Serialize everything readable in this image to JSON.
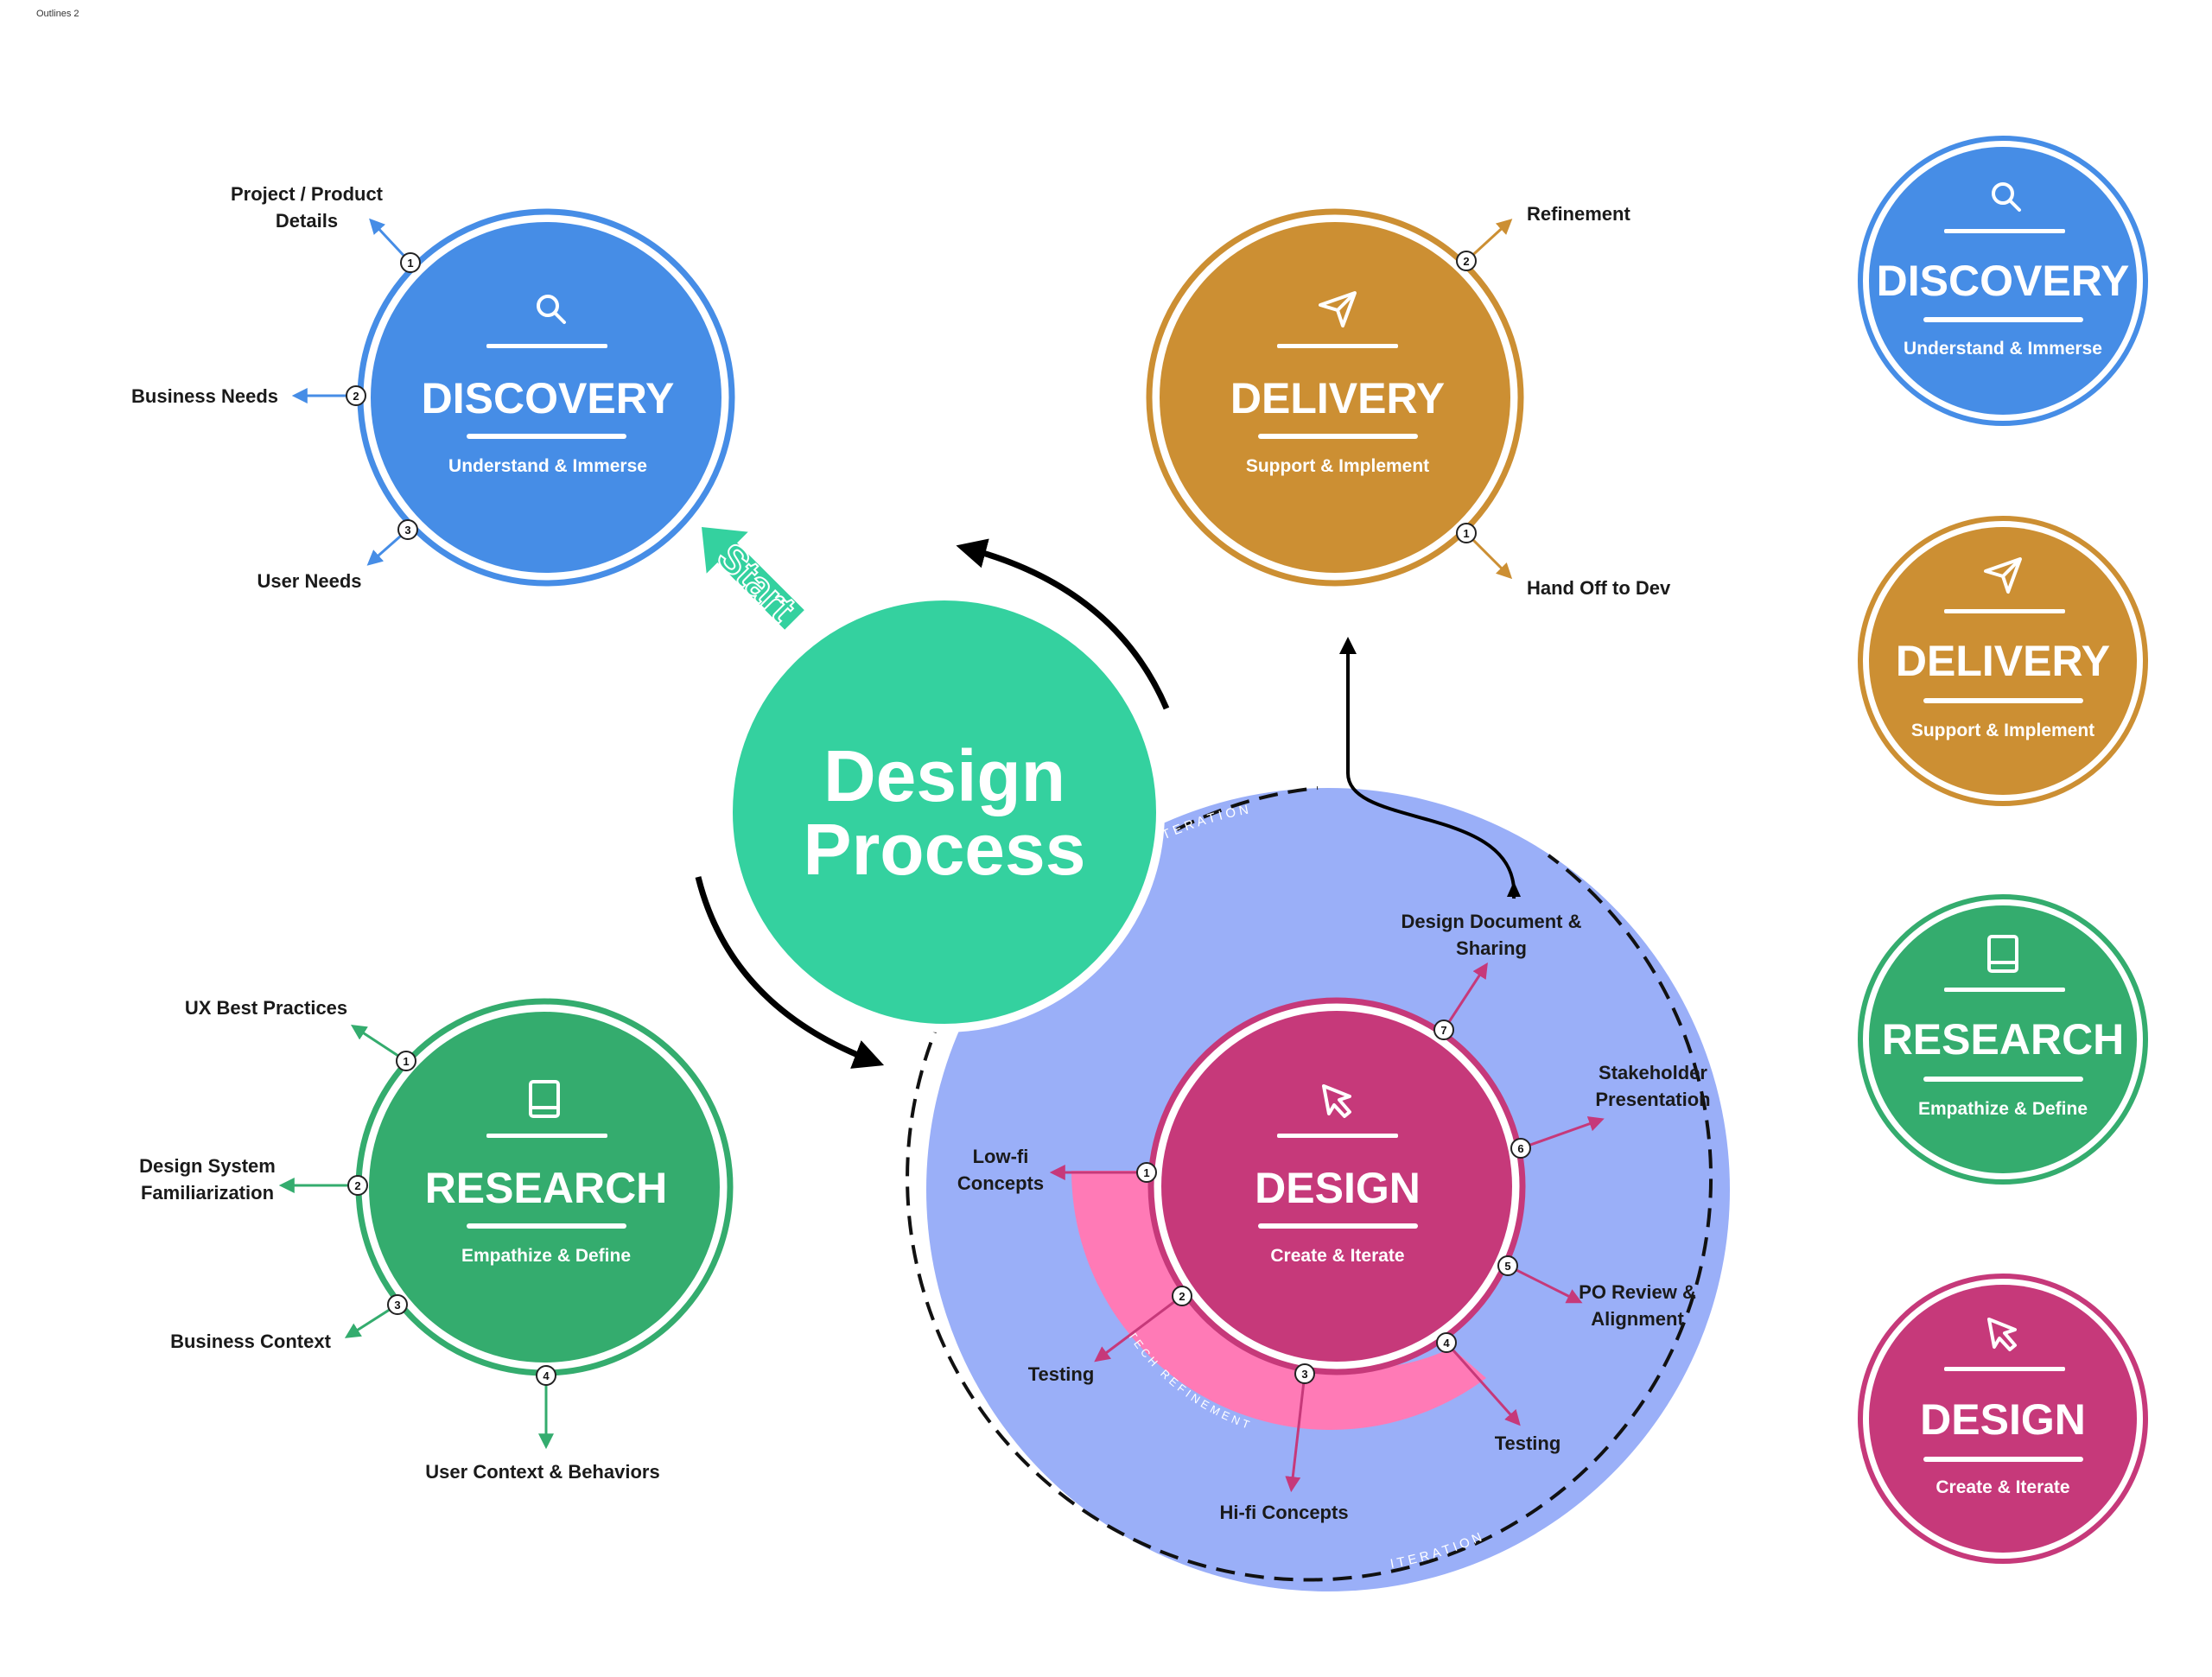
{
  "frame": {
    "title": "Outlines 2"
  },
  "center": {
    "title_line1": "Design",
    "title_line2": "Process",
    "start_label": "Start"
  },
  "colors": {
    "discovery": "#468DE6",
    "delivery": "#CC8F33",
    "research": "#34AC6E",
    "design": "#C6397A",
    "center": "#34D19F",
    "iteration": "#9AAFF8",
    "tech": "#FF7AB6"
  },
  "discovery": {
    "title": "DISCOVERY",
    "subtitle": "Understand & Immerse",
    "icon": "search-icon",
    "steps": [
      {
        "n": "1",
        "label_line1": "Project / Product",
        "label_line2": "Details"
      },
      {
        "n": "2",
        "label_line1": "Business Needs",
        "label_line2": ""
      },
      {
        "n": "3",
        "label_line1": "User Needs",
        "label_line2": ""
      }
    ]
  },
  "delivery": {
    "title": "DELIVERY",
    "subtitle": "Support & Implement",
    "icon": "send-icon",
    "steps": [
      {
        "n": "2",
        "label_line1": "Refinement",
        "label_line2": ""
      },
      {
        "n": "1",
        "label_line1": "Hand Off to Dev",
        "label_line2": ""
      }
    ]
  },
  "research": {
    "title": "RESEARCH",
    "subtitle": "Empathize & Define",
    "icon": "book-icon",
    "steps": [
      {
        "n": "1",
        "label_line1": "UX Best Practices",
        "label_line2": ""
      },
      {
        "n": "2",
        "label_line1": "Design System",
        "label_line2": "Familiarization"
      },
      {
        "n": "3",
        "label_line1": "Business Context",
        "label_line2": ""
      },
      {
        "n": "4",
        "label_line1": "User Context & Behaviors",
        "label_line2": ""
      }
    ]
  },
  "design": {
    "title": "DESIGN",
    "subtitle": "Create & Iterate",
    "icon": "cursor-icon",
    "iteration_top": "ITERATION",
    "iteration_bottom": "ITERATION",
    "tech_refinement": "TECH REFINEMENT",
    "steps": [
      {
        "n": "1",
        "label_line1": "Low-fi",
        "label_line2": "Concepts"
      },
      {
        "n": "2",
        "label_line1": "Testing",
        "label_line2": ""
      },
      {
        "n": "3",
        "label_line1": "Hi-fi Concepts",
        "label_line2": ""
      },
      {
        "n": "4",
        "label_line1": "Testing",
        "label_line2": ""
      },
      {
        "n": "5",
        "label_line1": "PO Review &",
        "label_line2": "Alignment"
      },
      {
        "n": "6",
        "label_line1": "Stakeholder",
        "label_line2": "Presentation"
      },
      {
        "n": "7",
        "label_line1": "Design Document &",
        "label_line2": "Sharing"
      }
    ]
  },
  "legend": [
    {
      "title": "DISCOVERY",
      "subtitle": "Understand & Immerse",
      "icon": "search-icon"
    },
    {
      "title": "DELIVERY",
      "subtitle": "Support & Implement",
      "icon": "send-icon"
    },
    {
      "title": "RESEARCH",
      "subtitle": "Empathize & Define",
      "icon": "book-icon"
    },
    {
      "title": "DESIGN",
      "subtitle": "Create & Iterate",
      "icon": "cursor-icon"
    }
  ]
}
